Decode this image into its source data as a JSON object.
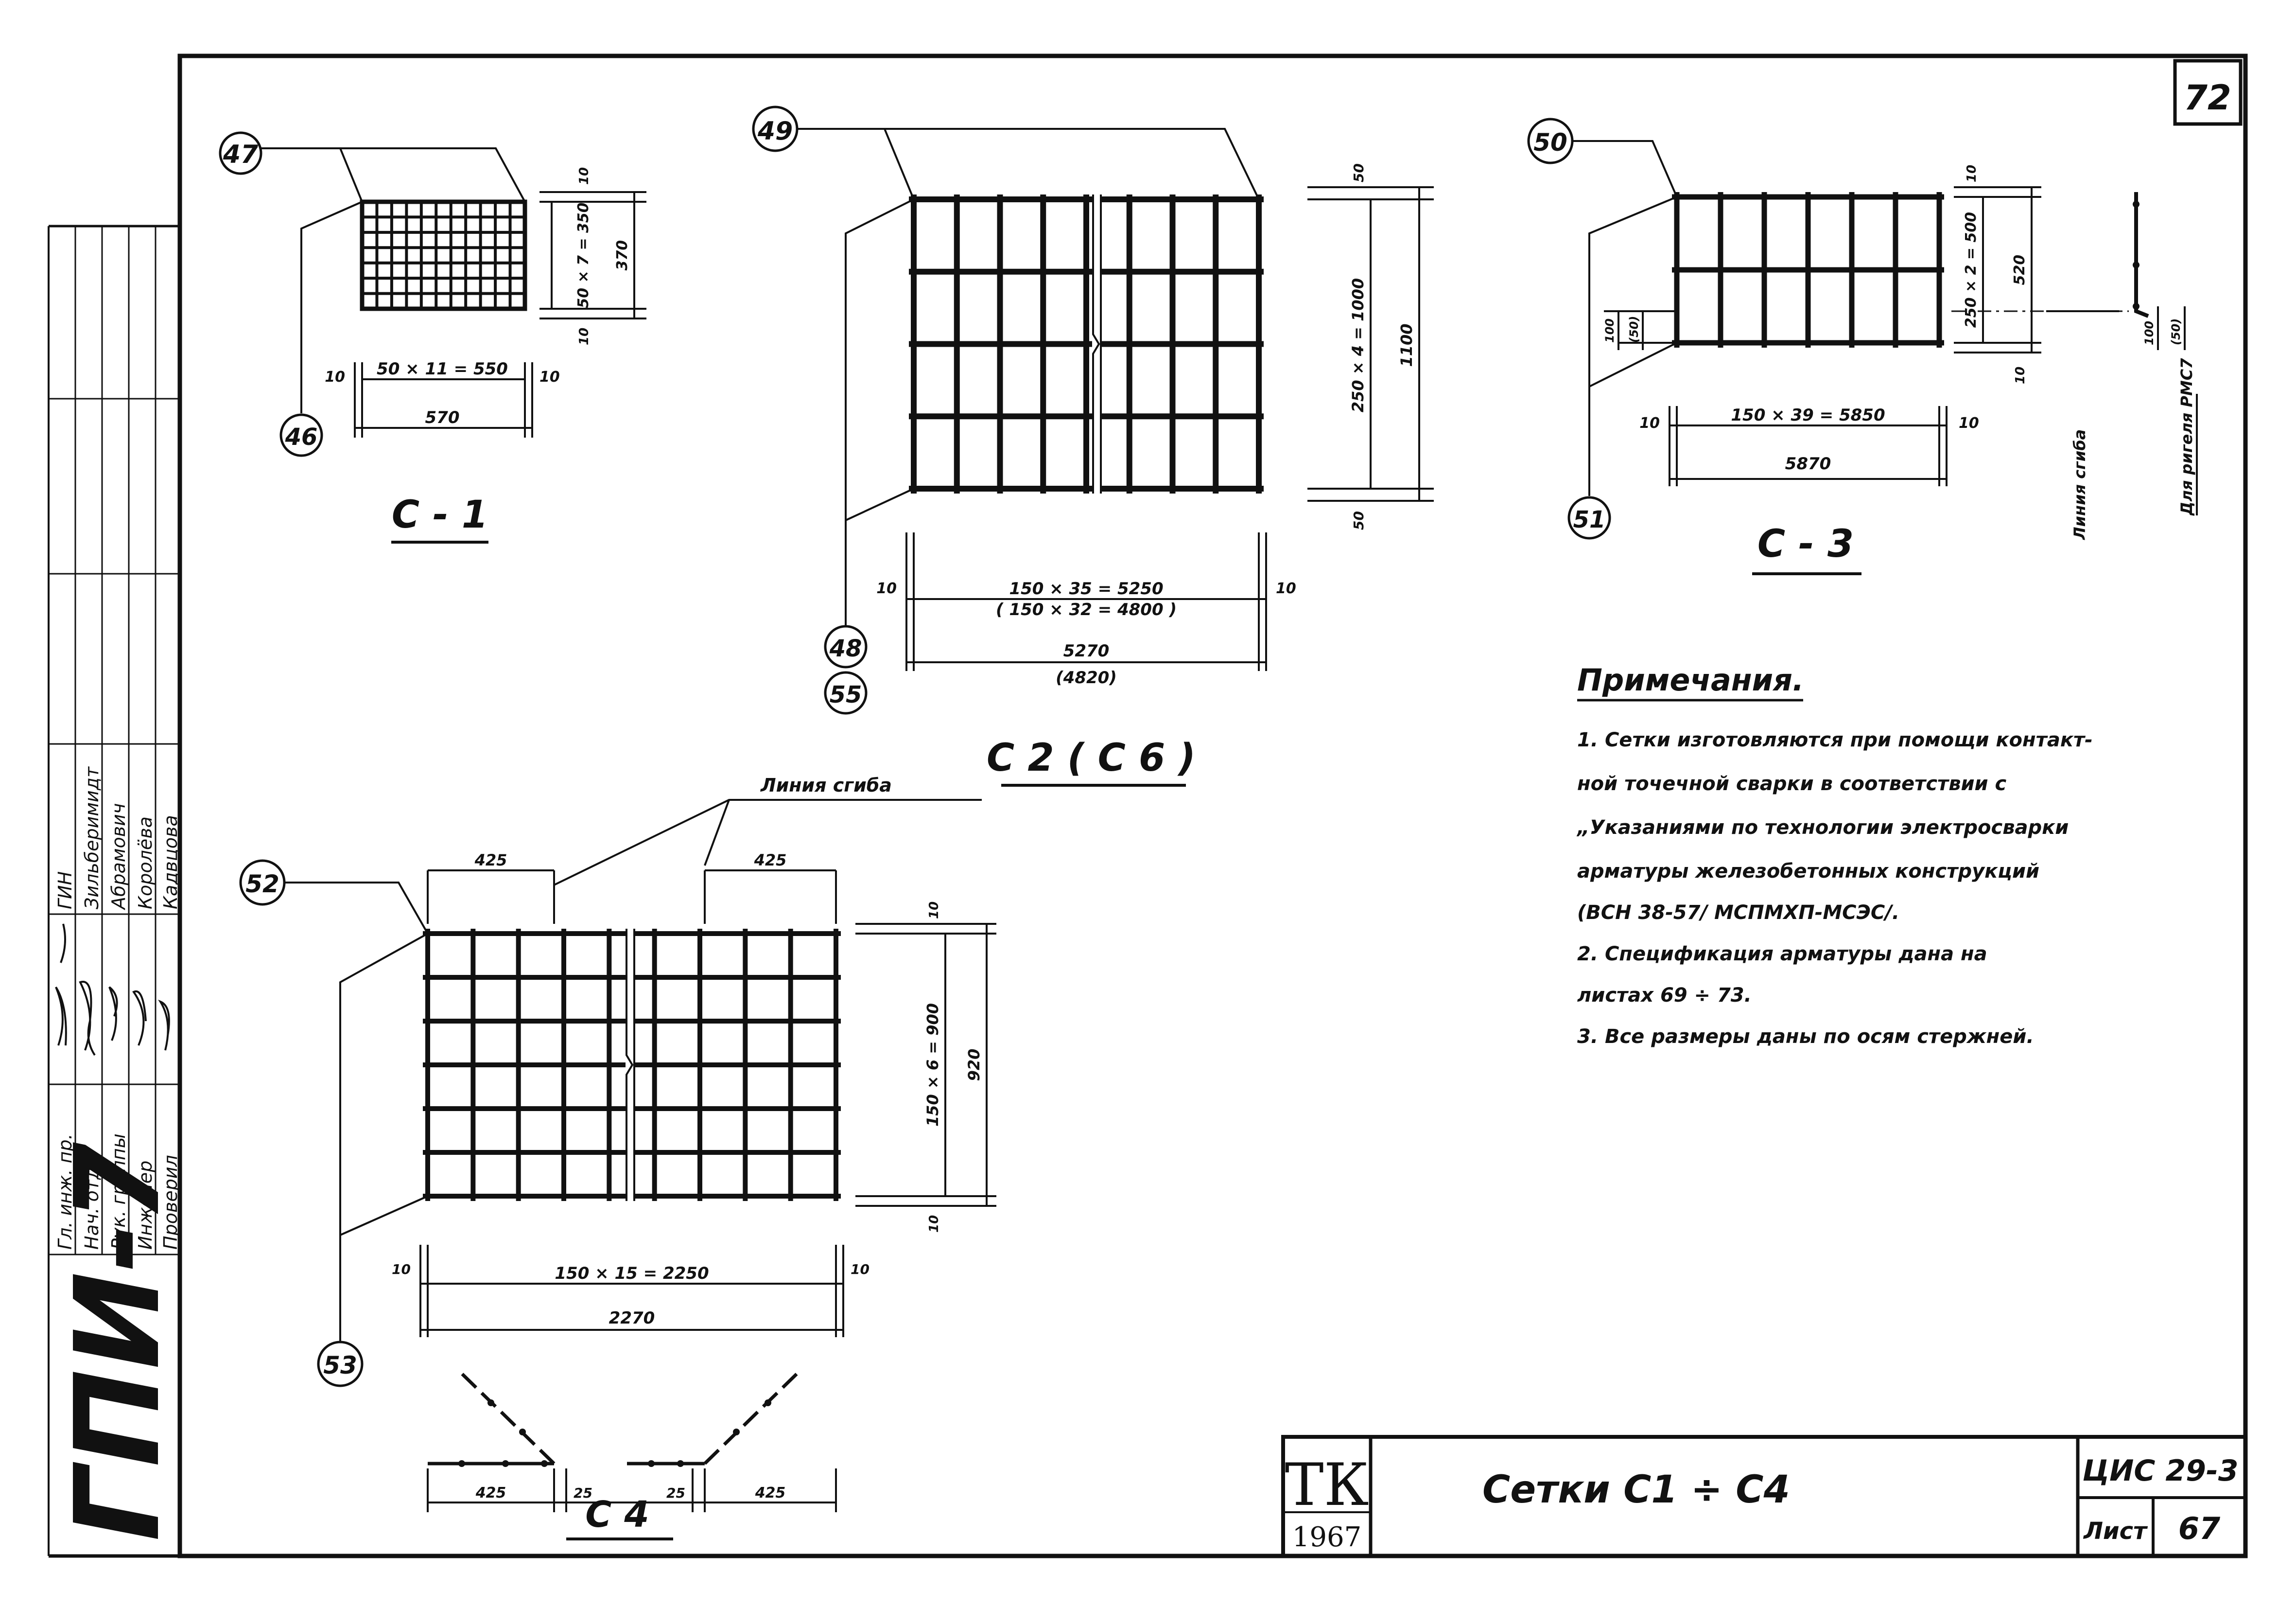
{
  "sheet_number_top": "72",
  "stamp_left": {
    "vertical_code": "ГПИ-7",
    "roles": [
      "Гл. инж. пр.",
      "Нач. отд.",
      "Рук. группы",
      "Инженер",
      "Проверил"
    ],
    "names": [
      "ГИН",
      "Зильберимидт",
      "Абрамович",
      "Королёва",
      "Кадвцова"
    ]
  },
  "meshes": {
    "c1": {
      "title": "С - 1",
      "pos_top": "47",
      "pos_bottom": "46",
      "dim_h_inner": "50 × 11 = 550",
      "dim_h_outer": "570",
      "dim_end": "10",
      "dim_v_inner": "50 × 7 = 350",
      "dim_v_outer": "370",
      "dim_v_end": "10"
    },
    "c2": {
      "title": "С 2  ( С 6 )",
      "pos_top": "49",
      "pos_bottom_a": "48",
      "pos_bottom_b": "55",
      "dim_h_inner": "150 × 35 = 5250",
      "dim_h_inner_alt": "( 150 × 32 = 4800 )",
      "dim_h_outer": "5270",
      "dim_h_outer_alt": "(4820)",
      "dim_end": "10",
      "dim_v_inner": "250 × 4 = 1000",
      "dim_v_outer": "1100",
      "dim_v_end": "50"
    },
    "c3": {
      "title": "С - 3",
      "pos_top": "50",
      "pos_bottom": "51",
      "dim_h_inner": "150 × 39 = 5850",
      "dim_h_outer": "5870",
      "dim_end": "10",
      "dim_v_inner": "250 × 2 = 500",
      "dim_v_outer": "520",
      "dim_v_end": "10",
      "dim_left_a": "100",
      "dim_left_b": "(50)",
      "bend_line": "Линия сгиба",
      "side_dim_a": "100",
      "side_dim_b": "(50)",
      "side_note": "Для ригеля РМС7"
    },
    "c4": {
      "title": "С 4",
      "pos_top": "52",
      "pos_bottom": "53",
      "bend_line": "Линия сгиба",
      "dim_top": "425",
      "dim_h_inner": "150 × 15 = 2250",
      "dim_h_outer": "2270",
      "dim_end": "10",
      "dim_v_inner": "150 × 6 = 900",
      "dim_v_outer": "920",
      "dim_v_end": "10",
      "profile_side": "425",
      "profile_gap": "25"
    }
  },
  "notes": {
    "title": "Примечания.",
    "lines": [
      "1. Сетки  изготовляются  при  помощи  контакт-",
      "ной  точечной  сварки  в  соответствии  с",
      "„Указаниями  по  технологии  электросварки",
      "арматуры  железобетонных  конструкций",
      "(ВСН 38-57/ МСПМХП-МСЭС/.",
      "2. Спецификация    арматуры    дана   на",
      "листах  69 ÷ 73.",
      "3. Все  размеры   даны   по  осям  стержней."
    ]
  },
  "title_block": {
    "org": "ТК",
    "year": "1967",
    "title": "Сетки   С1 ÷ С4",
    "series": "ЦИС 29-3",
    "sheet_label": "Лист",
    "sheet_number": "67"
  }
}
